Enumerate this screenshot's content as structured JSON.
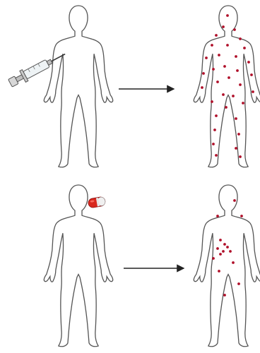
{
  "figure": {
    "panels": [
      {
        "id": "injection",
        "source_icon": "syringe-icon",
        "distribution": "widespread"
      },
      {
        "id": "oral",
        "source_icon": "capsule-icon",
        "distribution": "localized"
      }
    ],
    "colors": {
      "outline": "#444444",
      "dot": "#b0102a",
      "arrow": "#222222",
      "capsule": "#d8281e"
    }
  }
}
